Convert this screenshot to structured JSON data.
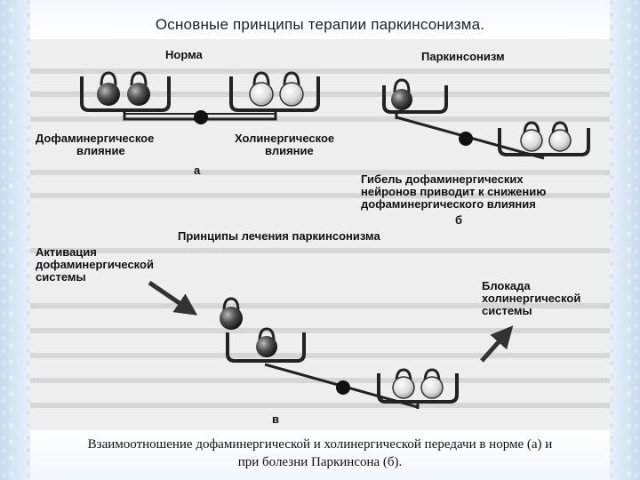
{
  "slide_title": "Основные принципы терапии паркинсонизма.",
  "diagram": {
    "norm_label": "Норма",
    "parkinsonism_label": "Паркинсонизм",
    "dopaminergic_influence": [
      "Дофаминергическое",
      "влияние"
    ],
    "cholinergic_influence": [
      "Холинергическое",
      "влияние"
    ],
    "marker_a": "а",
    "marker_b": "б",
    "marker_c": "в",
    "neuron_death_note": [
      "Гибель дофаминергических",
      "нейронов приводит к снижению",
      "дофаминергического влияния"
    ],
    "treatment_title": "Принципы лечения паркинсонизма",
    "activation_label": [
      "Активация",
      "дофаминергической",
      "системы"
    ],
    "blockade_label": [
      "Блокада",
      "холинергической",
      "системы"
    ]
  },
  "caption": [
    "Взаимоотношение дофаминергической и холинергической передачи в норме (а) и",
    "при болезни Паркинсона (б)."
  ]
}
